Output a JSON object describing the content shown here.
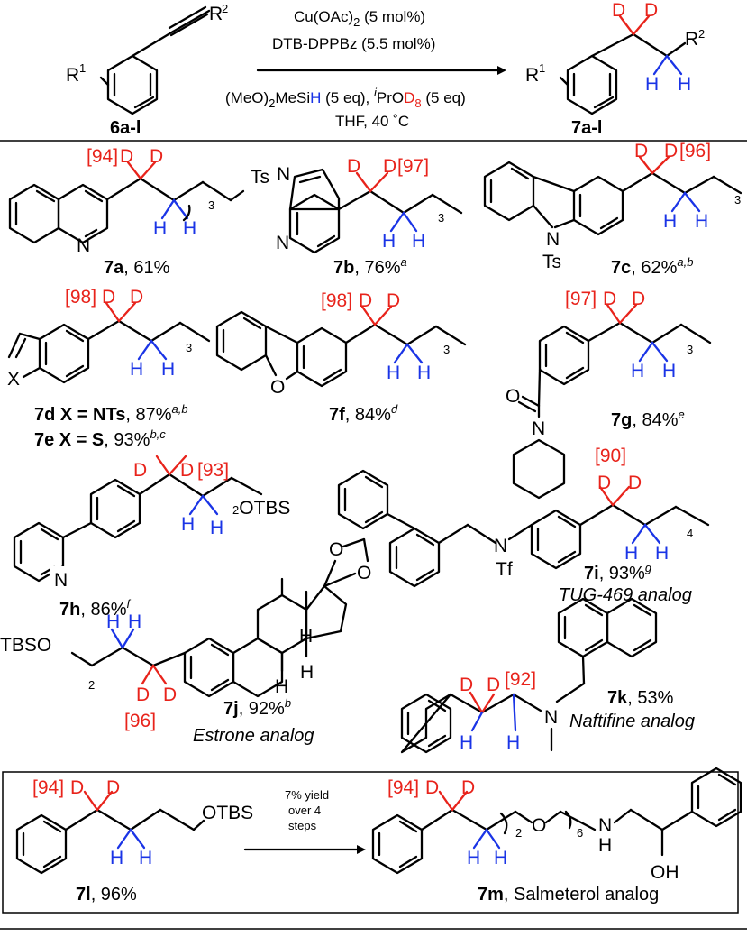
{
  "header": {
    "reagent_1": "Cu(OAc)",
    "reagent_1_sub": "2",
    "reagent_1_tail": " (5 mol%)",
    "reagent_2": "DTB-DPPBz (5.5 mol%)",
    "reagent_3_a": "(MeO)",
    "reagent_3_sub": "2",
    "reagent_3_b": "MeSi",
    "reagent_3_h": "H",
    "reagent_3_c": " (5 eq), ",
    "reagent_3_sup": "i",
    "reagent_3_d": "PrO",
    "reagent_3_d8": "D",
    "reagent_3_d8_sub": "8",
    "reagent_3_e": " (5 eq)",
    "reagent_4": "THF, 40 ˚C",
    "start_label": "6a-l",
    "product_label": "7a-l",
    "r1": "R",
    "r1_sup": "1",
    "r2": "R",
    "r2_sup": "2"
  },
  "atoms": {
    "D": "D",
    "H": "H",
    "N": "N",
    "O": "O",
    "S": "S",
    "X": "X",
    "Ts": "Ts",
    "Tf": "Tf",
    "OTBS": "OTBS",
    "TBSO": "TBSO",
    "OH": "OH"
  },
  "subscripts": {
    "three": "3",
    "four": "4",
    "two": "2",
    "six": "6"
  },
  "compounds": [
    {
      "id": "7a",
      "di": "[94]",
      "yield": ", 61%",
      "note": ""
    },
    {
      "id": "7b",
      "di": "[97]",
      "yield": ", 76%",
      "note": "a"
    },
    {
      "id": "7c",
      "di": "[96]",
      "yield": ", 62%",
      "note": "a,b"
    },
    {
      "id": "7d X = NTs",
      "di": "[98]",
      "yield": ", 87%",
      "note": "a,b"
    },
    {
      "id": "7e X = S",
      "di": "",
      "yield": ", 93%",
      "note": "b,c"
    },
    {
      "id": "7f",
      "di": "[98]",
      "yield": ", 84%",
      "note": "d"
    },
    {
      "id": "7g",
      "di": "[97]",
      "yield": ", 84%",
      "note": "e"
    },
    {
      "id": "7h",
      "di": "[93]",
      "yield": ", 86%",
      "note": "f"
    },
    {
      "id": "7i",
      "di": "[90]",
      "yield": ", 93%",
      "note": "g",
      "caption": "TUG-469 analog"
    },
    {
      "id": "7j",
      "di": "[96]",
      "yield": ", 92%",
      "note": "b",
      "caption": "Estrone analog"
    },
    {
      "id": "7k",
      "di": "[92]",
      "yield": ", 53%",
      "note": "",
      "caption": "Naftifine analog"
    },
    {
      "id": "7l",
      "di": "[94]",
      "yield": ", 96%",
      "note": ""
    },
    {
      "id": "7m",
      "di": "[94]",
      "yield": ", Salmeterol analog",
      "note": ""
    }
  ],
  "box_arrow": {
    "line1": "7% yield",
    "line2": "over 4",
    "line3": "steps"
  },
  "colors": {
    "deuterium": "#e8231b",
    "hydrogen": "#1a34e6",
    "ink": "#000000"
  }
}
